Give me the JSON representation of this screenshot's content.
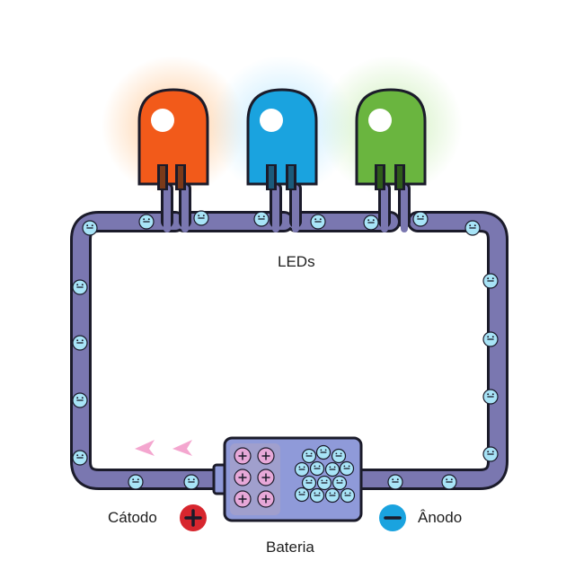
{
  "labels": {
    "leds": "LEDs",
    "cathode": "Cátodo",
    "anode": "Ânodo",
    "battery": "Bateria"
  },
  "leds": [
    {
      "name": "led-orange",
      "color": "#f25a1a",
      "glow": "#ff9a3c"
    },
    {
      "name": "led-blue",
      "color": "#1aa3df",
      "glow": "#7fd3ff"
    },
    {
      "name": "led-green",
      "color": "#6ab53f",
      "glow": "#9fe07a"
    }
  ],
  "colors": {
    "wire": "#7a77b0",
    "wire_outline": "#1b1b2a",
    "electron": "#a8e4f7",
    "positive_terminal": "#d7262e",
    "negative_terminal": "#1aa3df",
    "battery_body": "#8f9ad9",
    "hole": "#e7a8d8",
    "arrow": "#f4a6cf"
  },
  "icons": {
    "positive": "plus-icon",
    "negative": "minus-icon",
    "direction": "arrow-left-icon"
  }
}
